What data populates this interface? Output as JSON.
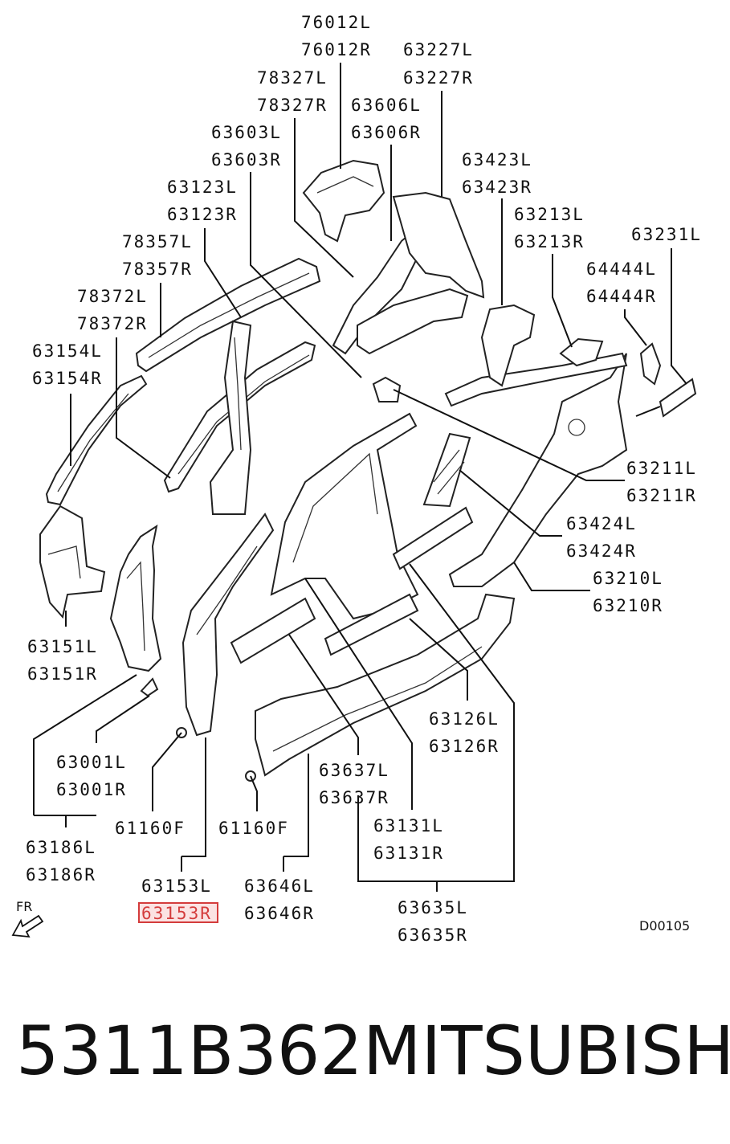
{
  "labels": [
    "76012L",
    "76012R",
    "63227L",
    "63227R",
    "78327L",
    "78327R",
    "63606L",
    "63606R",
    "63603L",
    "63603R",
    "63423L",
    "63423R",
    "63123L",
    "63123R",
    "63213L",
    "63213R",
    "63231L",
    "78357L",
    "78357R",
    "64444L",
    "64444R",
    "78372L",
    "78372R",
    "63154L",
    "63154R",
    "63211L",
    "63211R",
    "63424L",
    "63424R",
    "63210L",
    "63210R",
    "63151L",
    "63151R",
    "63126L",
    "63126R",
    "63001L",
    "63001R",
    "63637L",
    "63637R",
    "63131L",
    "63131R",
    "61160F",
    "61160F",
    "63186L",
    "63186R",
    "63153L",
    "63153R",
    "63646L",
    "63646R",
    "63635L",
    "63635R"
  ],
  "fr_label": "FR",
  "diagram_code": "D00105",
  "highlighted_label": "63153R",
  "highlight_color": "#d43c3c",
  "footer": {
    "part_number": "5311B362",
    "brand": "MITSUBISHI"
  }
}
